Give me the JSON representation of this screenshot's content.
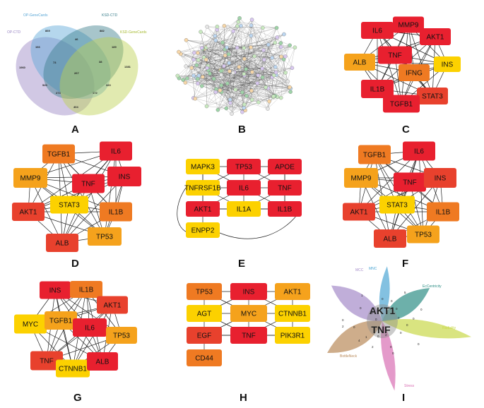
{
  "panel_labels": [
    "A",
    "B",
    "C",
    "D",
    "E",
    "F",
    "G",
    "H",
    "I"
  ],
  "venn": {
    "sets": [
      "OP-CTD",
      "OP-GeneCards",
      "KSD-CTD",
      "KSD-GeneCards"
    ],
    "colors": {
      "OP-CTD": "#9a86c4",
      "OP-GeneCards": "#5aa7d6",
      "KSD-CTD": "#3b7f8c",
      "KSD-GeneCards": "#bdd050"
    },
    "counts": [
      "1960",
      "869",
      "46",
      "882",
      "189",
      "166",
      "73",
      "267",
      "38",
      "1381",
      "520",
      "274",
      "172",
      "320",
      "404"
    ]
  },
  "colors": {
    "red": "#e8202f",
    "orangered": "#e8412d",
    "orange": "#ef7a22",
    "amber": "#f5a21c",
    "yellow": "#fcd100"
  },
  "networks": {
    "C": [
      {
        "label": "IL6",
        "color": "red"
      },
      {
        "label": "MMP9",
        "color": "red"
      },
      {
        "label": "AKT1",
        "color": "red"
      },
      {
        "label": "ALB",
        "color": "amber"
      },
      {
        "label": "TNF",
        "color": "red"
      },
      {
        "label": "INS",
        "color": "yellow"
      },
      {
        "label": "IFNG",
        "color": "orange"
      },
      {
        "label": "IL1B",
        "color": "red"
      },
      {
        "label": "STAT3",
        "color": "orangered"
      },
      {
        "label": "TGFB1",
        "color": "red"
      }
    ],
    "D": [
      {
        "label": "TGFB1",
        "color": "orange"
      },
      {
        "label": "IL6",
        "color": "red"
      },
      {
        "label": "MMP9",
        "color": "amber"
      },
      {
        "label": "TNF",
        "color": "red"
      },
      {
        "label": "INS",
        "color": "red"
      },
      {
        "label": "STAT3",
        "color": "yellow"
      },
      {
        "label": "AKT1",
        "color": "orangered"
      },
      {
        "label": "IL1B",
        "color": "orange"
      },
      {
        "label": "TP53",
        "color": "amber"
      },
      {
        "label": "ALB",
        "color": "orangered"
      }
    ],
    "E": [
      {
        "label": "MAPK3",
        "color": "yellow"
      },
      {
        "label": "TP53",
        "color": "red"
      },
      {
        "label": "APOE",
        "color": "red"
      },
      {
        "label": "TNFRSF1B",
        "color": "yellow"
      },
      {
        "label": "IL6",
        "color": "red"
      },
      {
        "label": "TNF",
        "color": "red"
      },
      {
        "label": "AKT1",
        "color": "red"
      },
      {
        "label": "IL1A",
        "color": "yellow"
      },
      {
        "label": "IL1B",
        "color": "red"
      },
      {
        "label": "ENPP2",
        "color": "yellow"
      }
    ],
    "F": [
      {
        "label": "TGFB1",
        "color": "orange"
      },
      {
        "label": "IL6",
        "color": "red"
      },
      {
        "label": "MMP9",
        "color": "amber"
      },
      {
        "label": "TNF",
        "color": "red"
      },
      {
        "label": "INS",
        "color": "orangered"
      },
      {
        "label": "STAT3",
        "color": "yellow"
      },
      {
        "label": "AKT1",
        "color": "orangered"
      },
      {
        "label": "IL1B",
        "color": "orange"
      },
      {
        "label": "TP53",
        "color": "amber"
      },
      {
        "label": "ALB",
        "color": "orangered"
      }
    ],
    "G": [
      {
        "label": "INS",
        "color": "red"
      },
      {
        "label": "IL1B",
        "color": "orange"
      },
      {
        "label": "AKT1",
        "color": "orangered"
      },
      {
        "label": "MYC",
        "color": "yellow"
      },
      {
        "label": "TGFB1",
        "color": "amber"
      },
      {
        "label": "IL6",
        "color": "red"
      },
      {
        "label": "TP53",
        "color": "amber"
      },
      {
        "label": "TNF",
        "color": "orangered"
      },
      {
        "label": "CTNNB1",
        "color": "yellow"
      },
      {
        "label": "ALB",
        "color": "red"
      }
    ],
    "H": [
      {
        "label": "TP53",
        "color": "orange"
      },
      {
        "label": "INS",
        "color": "red"
      },
      {
        "label": "AKT1",
        "color": "amber"
      },
      {
        "label": "AGT",
        "color": "yellow"
      },
      {
        "label": "MYC",
        "color": "amber"
      },
      {
        "label": "CTNNB1",
        "color": "yellow"
      },
      {
        "label": "EGF",
        "color": "orangered"
      },
      {
        "label": "TNF",
        "color": "red"
      },
      {
        "label": "PIK3R1",
        "color": "yellow"
      },
      {
        "label": "CD44",
        "color": "orange"
      }
    ]
  },
  "flower": {
    "petals": [
      {
        "label": "MCC",
        "color": "#a58cc9"
      },
      {
        "label": "MNC",
        "color": "#4ea6d4"
      },
      {
        "label": "EcCentricity",
        "color": "#2f8f86"
      },
      {
        "label": "Radiality",
        "color": "#c9d84a"
      },
      {
        "label": "Stress",
        "color": "#d96fb3"
      },
      {
        "label": "BottleNeck",
        "color": "#b98a5a"
      }
    ],
    "center": [
      "AKT1",
      "TNF"
    ],
    "numbers": [
      "1",
      "5",
      "0",
      "0",
      "0",
      "0",
      "0",
      "0",
      "2",
      "0",
      "0",
      "4",
      "0",
      "0",
      "2",
      "0",
      "0",
      "2",
      "1",
      "0",
      "0",
      "0",
      "0",
      "0"
    ]
  }
}
